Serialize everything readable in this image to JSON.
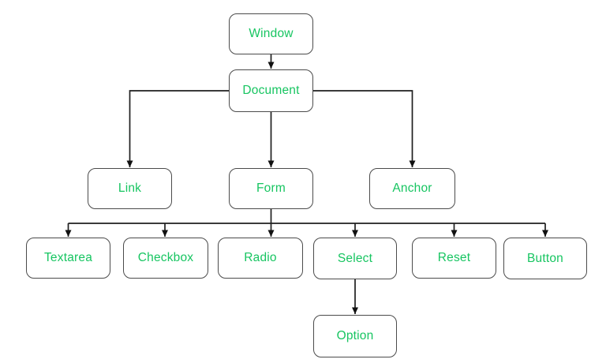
{
  "nodes": {
    "window": {
      "label": "Window"
    },
    "document": {
      "label": "Document"
    },
    "link": {
      "label": "Link"
    },
    "form": {
      "label": "Form"
    },
    "anchor": {
      "label": "Anchor"
    },
    "textarea": {
      "label": "Textarea"
    },
    "checkbox": {
      "label": "Checkbox"
    },
    "radio": {
      "label": "Radio"
    },
    "select": {
      "label": "Select"
    },
    "reset": {
      "label": "Reset"
    },
    "button": {
      "label": "Button"
    },
    "option": {
      "label": "Option"
    }
  },
  "edges": [
    {
      "from": "Window",
      "to": "Document"
    },
    {
      "from": "Document",
      "to": "Link"
    },
    {
      "from": "Document",
      "to": "Form"
    },
    {
      "from": "Document",
      "to": "Anchor"
    },
    {
      "from": "Form",
      "to": "Textarea"
    },
    {
      "from": "Form",
      "to": "Checkbox"
    },
    {
      "from": "Form",
      "to": "Radio"
    },
    {
      "from": "Form",
      "to": "Select"
    },
    {
      "from": "Form",
      "to": "Reset"
    },
    {
      "from": "Form",
      "to": "Button"
    },
    {
      "from": "Select",
      "to": "Option"
    }
  ],
  "colors": {
    "label_text": "#17c561",
    "node_border": "#4b4b4b",
    "connector": "#1f1f1f",
    "background": "#ffffff"
  }
}
